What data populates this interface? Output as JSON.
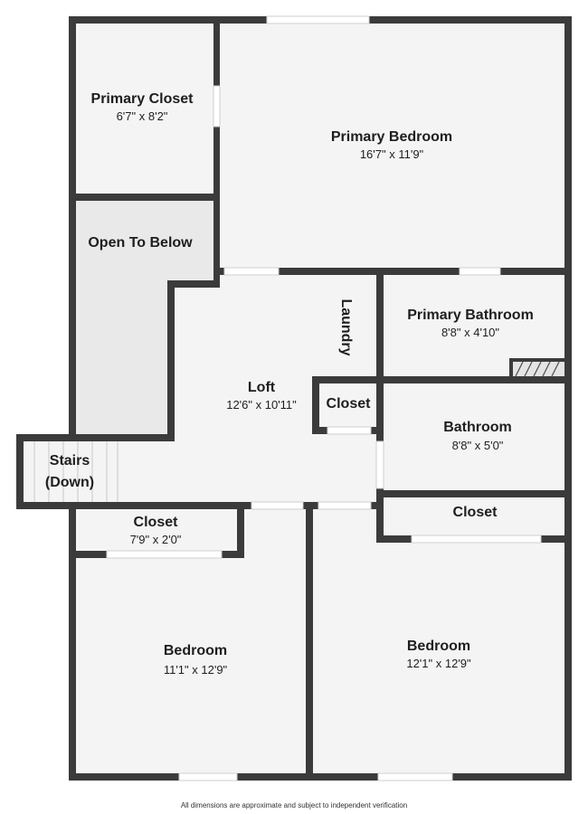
{
  "rooms": {
    "primary_closet": {
      "name": "Primary Closet",
      "dims": "6'7\" x 8'2\""
    },
    "primary_bedroom": {
      "name": "Primary Bedroom",
      "dims": "16'7\" x 11'9\""
    },
    "open_to_below": {
      "name": "Open To Below"
    },
    "laundry": {
      "name": "Laundry"
    },
    "primary_bathroom": {
      "name": "Primary Bathroom",
      "dims": "8'8\" x 4'10\""
    },
    "loft": {
      "name": "Loft",
      "dims": "12'6\" x 10'11\""
    },
    "loft_closet": {
      "name": "Closet"
    },
    "bathroom": {
      "name": "Bathroom",
      "dims": "8'8\" x 5'0\""
    },
    "stairs": {
      "name": "Stairs",
      "note": "(Down)"
    },
    "bedroom_closet_left": {
      "name": "Closet",
      "dims": "7'9\" x 2'0\""
    },
    "bedroom_closet_right": {
      "name": "Closet"
    },
    "bedroom_left": {
      "name": "Bedroom",
      "dims": "11'1\" x 12'9\""
    },
    "bedroom_right": {
      "name": "Bedroom",
      "dims": "12'1\" x 12'9\""
    }
  },
  "footer": "All dimensions are approximate and subject to independent verification",
  "colors": {
    "wall": "#3b3b3b",
    "floor": "#f4f4f4",
    "open_area": "#e9e9e9"
  }
}
